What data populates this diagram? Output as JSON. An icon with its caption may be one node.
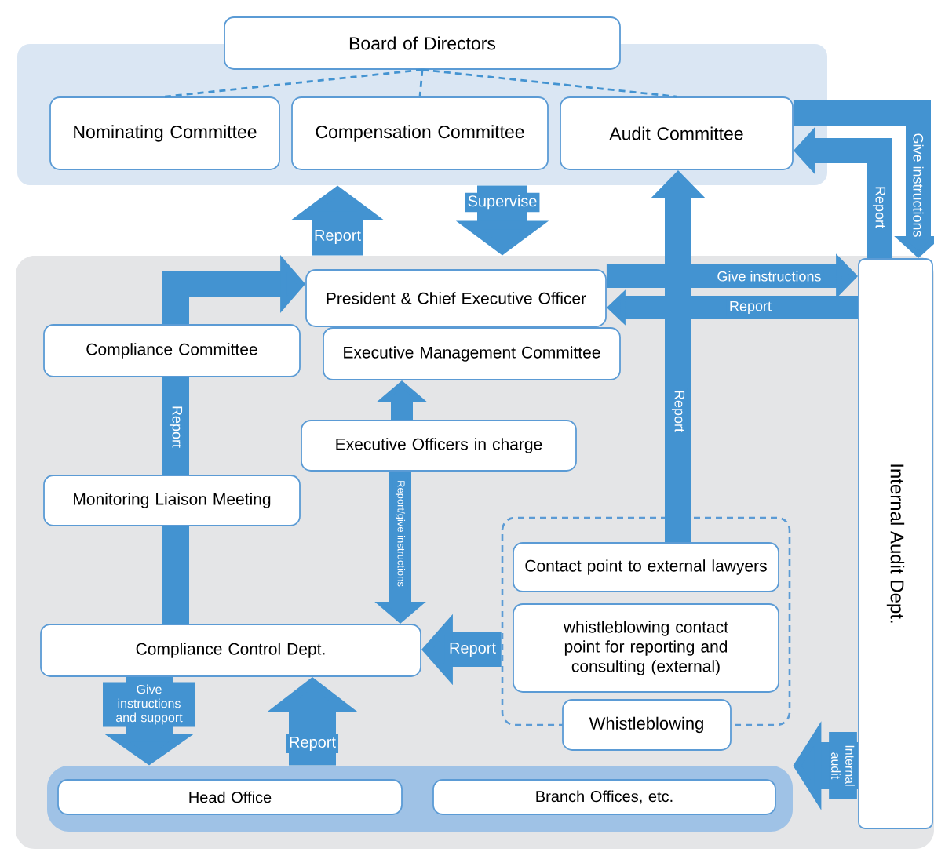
{
  "diagram": {
    "nodes": [
      {
        "text": [],
        "shape": "box"
      },
      {
        "text": [
          "Board of Directors"
        ]
      },
      {
        "text": [
          "Nominating Committee"
        ],
        "in": 0
      },
      {
        "text": [
          "Compensation Committee"
        ],
        "in": 0
      },
      {
        "text": [
          "Audit Committee"
        ],
        "in": 0
      },
      {
        "text": [],
        "shape": "box"
      },
      {
        "text": [
          "President & Chief Executive Officer"
        ],
        "in": 5
      },
      {
        "text": [
          "Executive Management Committee"
        ],
        "in": 5
      },
      {
        "text": [
          "Compliance Committee"
        ],
        "in": 5
      },
      {
        "text": [
          "Executive Officers in charge"
        ],
        "in": 5
      },
      {
        "text": [
          "Monitoring Liaison Meeting"
        ],
        "in": 5
      },
      {
        "text": [
          "Whistleblowing"
        ],
        "in": 5
      },
      {
        "text": [
          "Contact point to external lawyers"
        ],
        "in": 11
      },
      {
        "text": [
          "whistleblowing contact point for reporting and consulting (external)"
        ],
        "in": 11
      },
      {
        "text": [
          "Compliance Control Dept."
        ],
        "in": 5
      },
      {
        "text": [],
        "shape": "box",
        "in": 5
      },
      {
        "text": [
          "Head Office"
        ],
        "in": 15
      },
      {
        "text": [
          "Branch Offices, etc."
        ],
        "in": 15
      },
      {
        "text": [
          "Internal Audit Dept."
        ],
        "in": 5
      }
    ],
    "edges": [
      {
        "from": 1,
        "to": 2,
        "arrow": "none",
        "style": "dashed"
      },
      {
        "from": 1,
        "to": 3,
        "arrow": "none",
        "style": "dashed"
      },
      {
        "from": 1,
        "to": 4,
        "arrow": "none",
        "style": "dashed"
      },
      {
        "from": 5,
        "to": 0,
        "arrow": "to",
        "label": "Report",
        "style": "thick"
      },
      {
        "from": 0,
        "to": 5,
        "arrow": "to",
        "label": "Supervise",
        "style": "thick"
      },
      {
        "from": 12,
        "to": 4,
        "arrow": "to",
        "label": "Report"
      },
      {
        "from": 4,
        "to": 18,
        "arrow": "to",
        "label": "Give instructions"
      },
      {
        "from": 18,
        "to": 4,
        "arrow": "to",
        "label": "Report"
      },
      {
        "from": 6,
        "to": 18,
        "arrow": "to",
        "label": "Give instructions"
      },
      {
        "from": 18,
        "to": 6,
        "arrow": "to",
        "label": "Report"
      },
      {
        "from": 14,
        "to": 10,
        "arrow": "none"
      },
      {
        "from": 10,
        "to": 8,
        "arrow": "none",
        "label": "Report"
      },
      {
        "from": 8,
        "to": 6,
        "arrow": "to"
      },
      {
        "from": 9,
        "to": 7,
        "arrow": "to"
      },
      {
        "from": 9,
        "to": 14,
        "arrow": "to",
        "label": "Report/give instructions"
      },
      {
        "from": 11,
        "to": 14,
        "arrow": "to",
        "label": "Report"
      },
      {
        "from": 14,
        "to": 15,
        "arrow": "to",
        "label": "Give instructions and support"
      },
      {
        "from": 15,
        "to": 14,
        "arrow": "to",
        "label": "Report"
      },
      {
        "from": 18,
        "to": 15,
        "arrow": "to",
        "label": "Internal audit"
      }
    ]
  }
}
